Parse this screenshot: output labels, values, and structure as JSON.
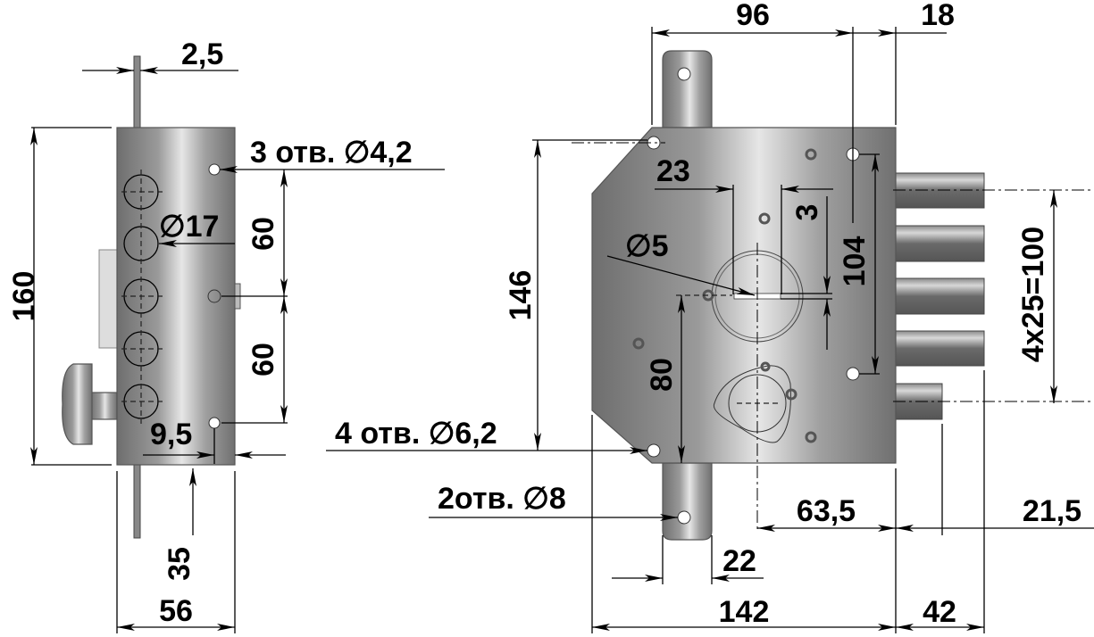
{
  "side_view": {
    "plate_thickness": "2,5",
    "height": "160",
    "holes_top_note": "3 отв. ∅4,2",
    "cylinder_hole_diameter": "∅17",
    "spacing_upper": "60",
    "spacing_lower": "60",
    "hole_offset": "9,5",
    "bottom_offset": "35",
    "depth": "56"
  },
  "front_view": {
    "width_top": "96",
    "offset_right": "18",
    "height": "146",
    "key_offset": "23",
    "key_slot": "3",
    "hole_spacing": "104",
    "bolt_spacing": "4x25=100",
    "pin_diameter": "∅5",
    "cylinder_height": "80",
    "mount_holes_note": "4 отв. ∅6,2",
    "tab_holes_note": "2отв. ∅8",
    "backset": "63,5",
    "bolt_extension": "21,5",
    "tab_offset": "22",
    "body_width": "142",
    "bolt_throw": "42"
  }
}
